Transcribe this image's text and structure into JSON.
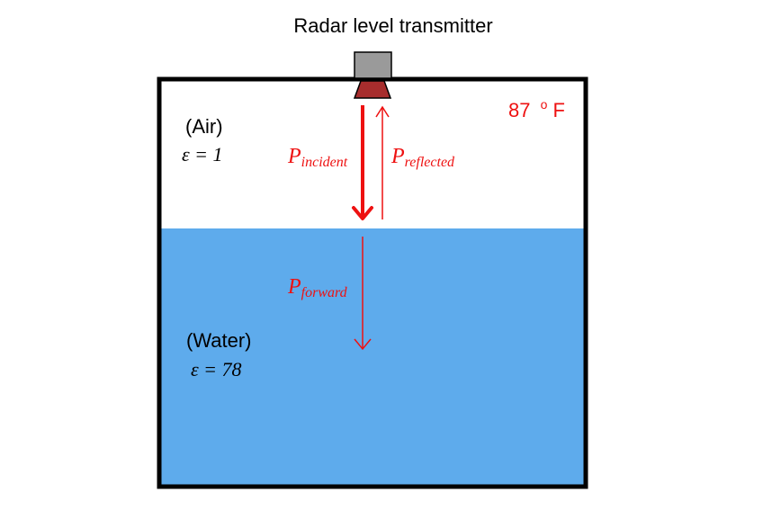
{
  "title": "Radar level transmitter",
  "temperature": {
    "value": "87",
    "unit_sup": "o",
    "unit": "F"
  },
  "air": {
    "name": "(Air)",
    "epsilon": "ε = 1"
  },
  "water": {
    "name": "(Water)",
    "epsilon": "ε = 78"
  },
  "powers": {
    "incident": {
      "main": "P",
      "sub": "incident"
    },
    "reflected": {
      "main": "P",
      "sub": "reflected"
    },
    "forward": {
      "main": "P",
      "sub": "forward"
    }
  },
  "colors": {
    "water": "#5eabec",
    "arrow": "#ee1111",
    "tank_outline": "#000000",
    "transmitter_body": "#9a9a9a",
    "antenna_horn": "#a72d2d"
  }
}
